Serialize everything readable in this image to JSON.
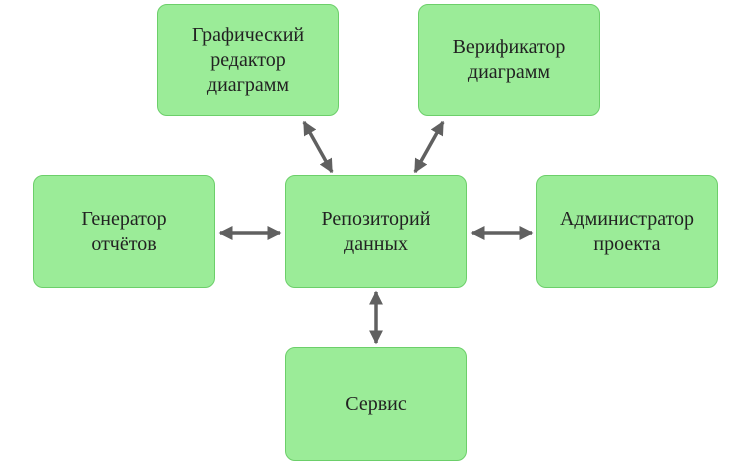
{
  "diagram": {
    "nodes": {
      "editor": "Графический\nредактор\nдиаграмм",
      "verifier": "Верификатор\nдиаграмм",
      "generator": "Генератор\nотчётов",
      "repository": "Репозиторий\nданных",
      "admin": "Администратор\nпроекта",
      "service": "Сервис"
    },
    "colors": {
      "node_fill": "#9bec98",
      "node_border": "#6ccf6a",
      "arrow": "#606060",
      "text": "#222222"
    }
  }
}
